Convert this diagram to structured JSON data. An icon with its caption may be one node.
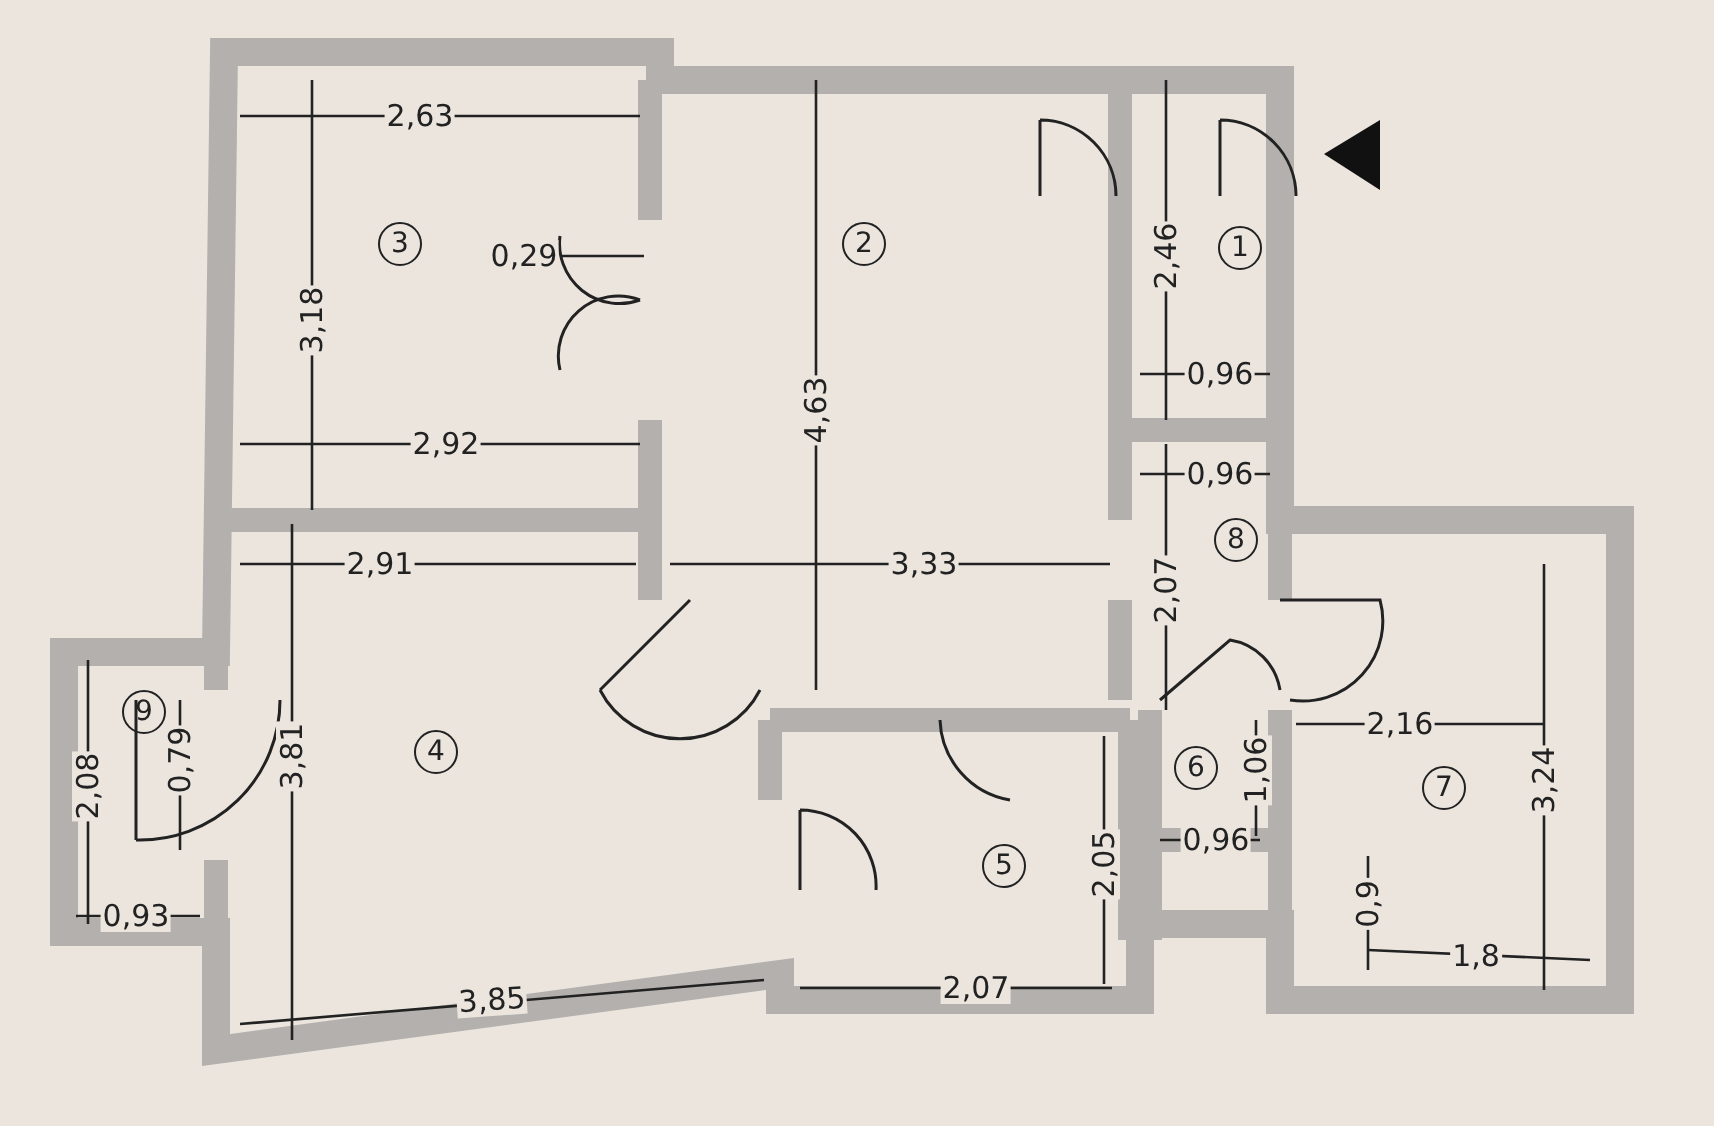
{
  "diagram": {
    "labels": [
      "2,63",
      "3",
      "0,29",
      "3,18",
      "2",
      "4,63",
      "2,46",
      "1",
      "0,96",
      "2,92",
      "0,96",
      "8",
      "2,91",
      "3,33",
      "2,07",
      "9",
      "2,08",
      "0,79",
      "3,81",
      "4",
      "2,16",
      "6",
      "1,06",
      "7",
      "3,24",
      "0,96",
      "5",
      "2,05",
      "0,93",
      "0,9",
      "1,8",
      "3,85",
      "2,07"
    ]
  }
}
